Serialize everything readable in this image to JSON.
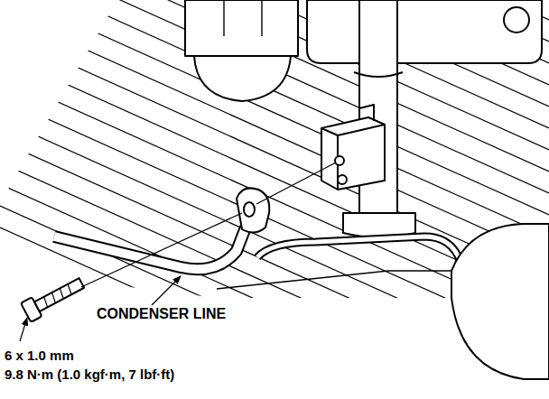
{
  "diagram": {
    "labels": [
      "CONDENSER LINE",
      "6 x 1.0 mm",
      "9.8 N·m (1.0 kgf·m, 7 lbf·ft)"
    ]
  }
}
